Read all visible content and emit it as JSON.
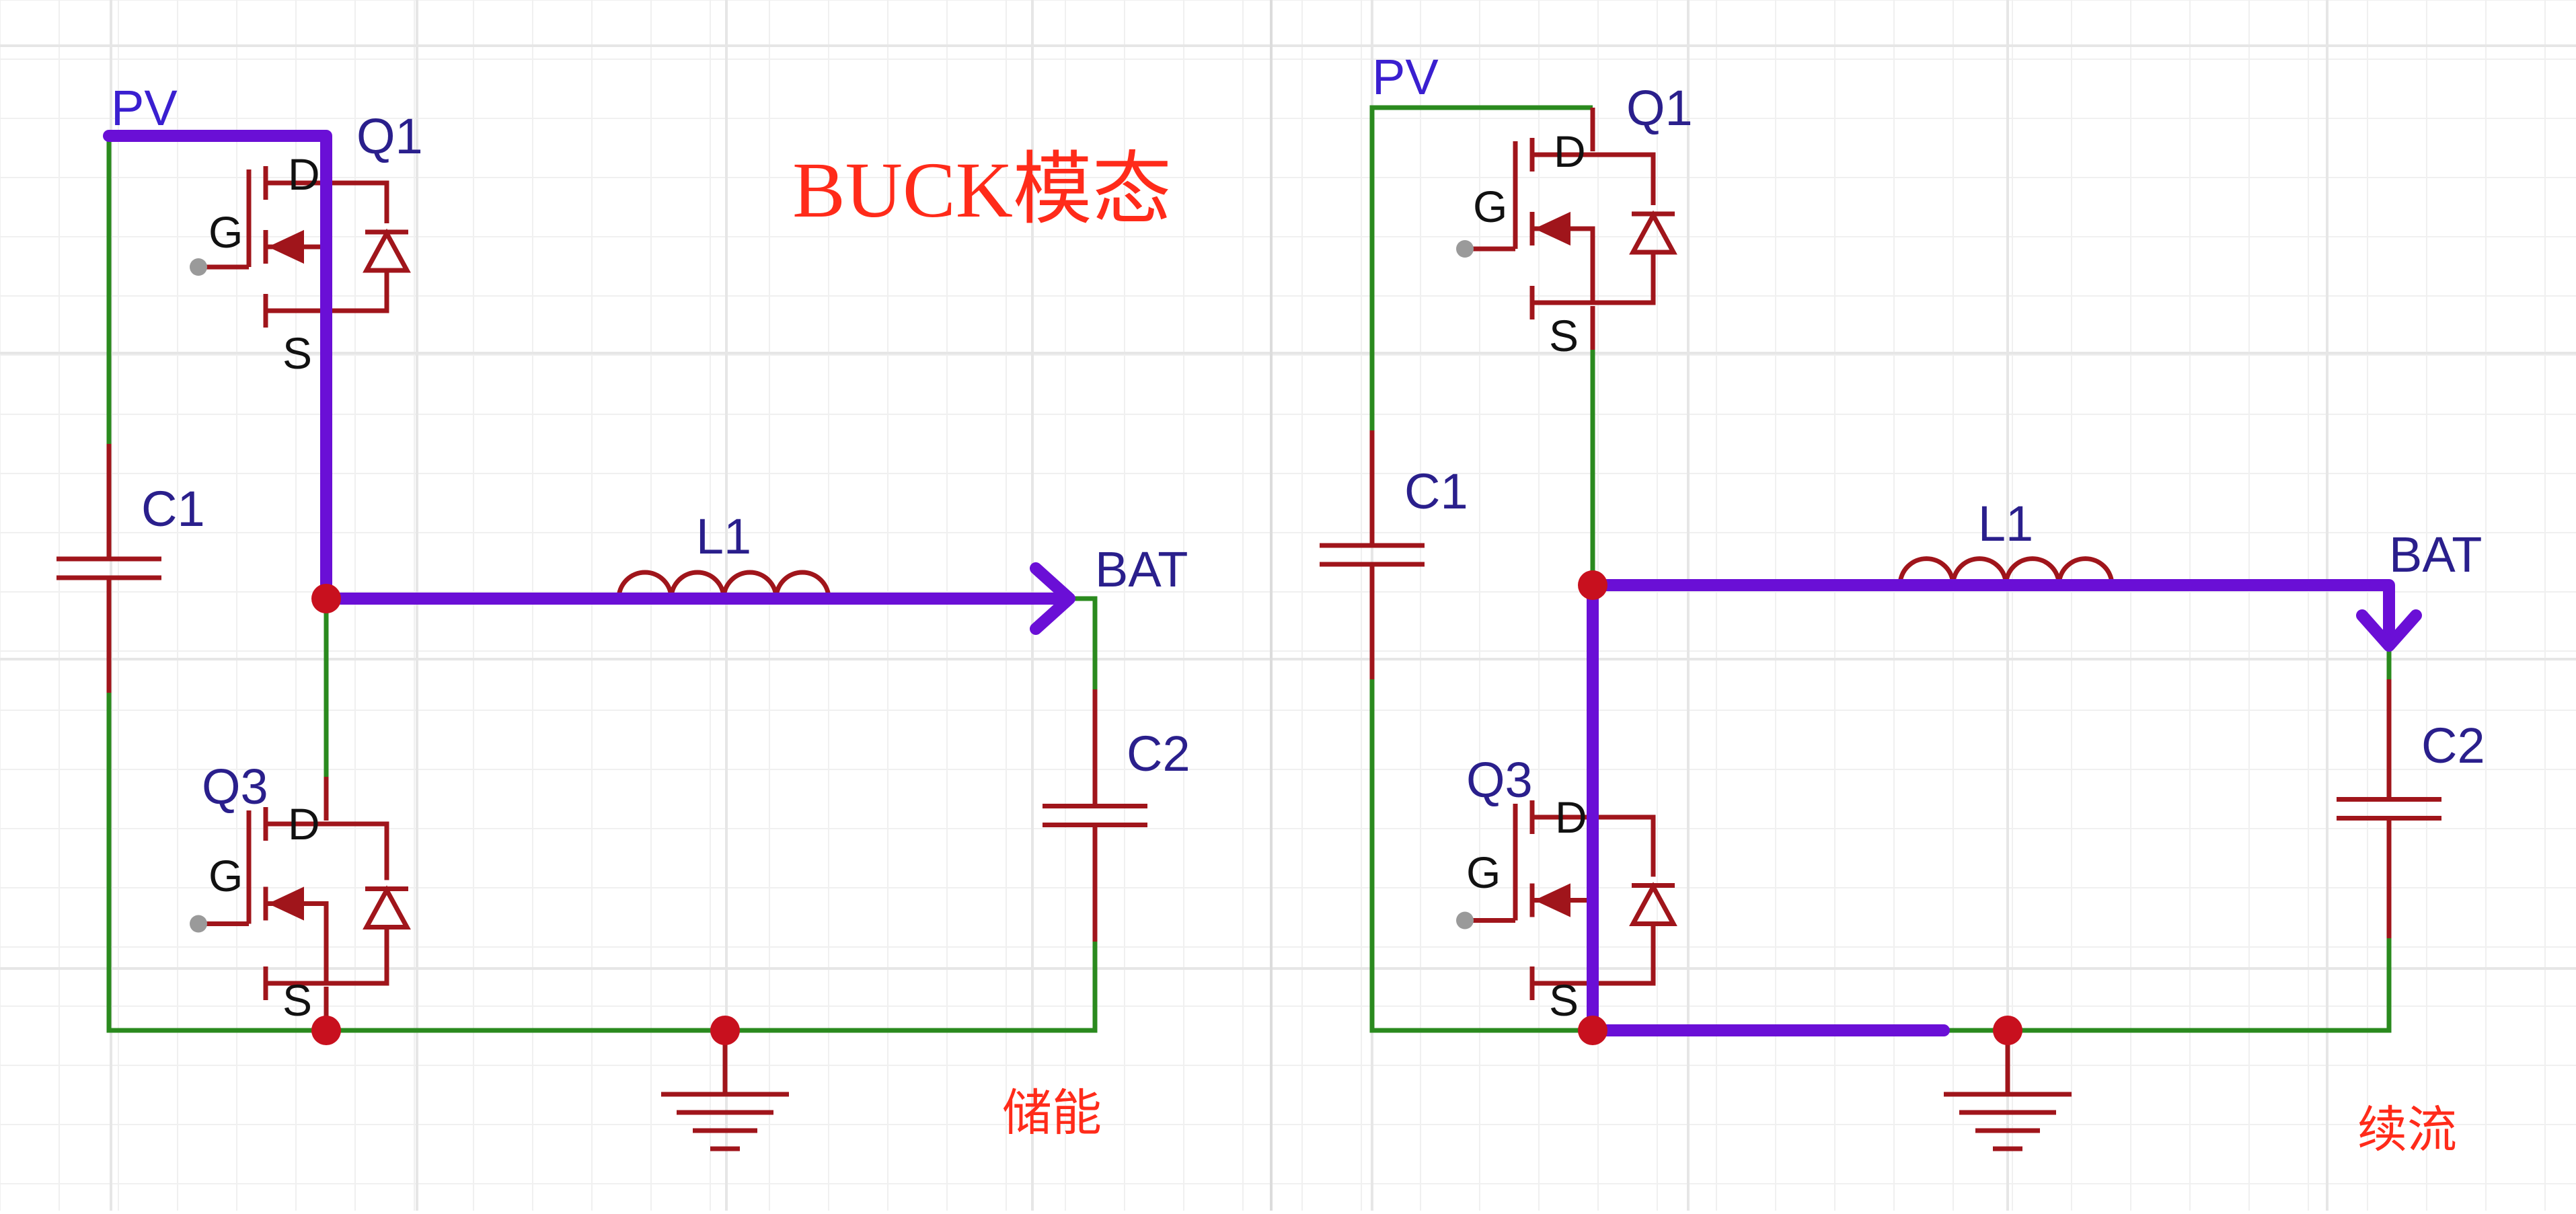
{
  "title": "BUCK模态",
  "colors": {
    "wire": "#2a8a1e",
    "component": "#a0151b",
    "junction": "#c8101e",
    "current_path": "#6a0fd6",
    "label": "#2a1f8c",
    "pin_label": "#111111",
    "mode_label": "#ff2b1a",
    "title": "#ff2b1a",
    "grid": "#e6e6e6",
    "gate_terminal": "#9a9a9a"
  },
  "panels": [
    {
      "mode_label": "储能",
      "labels": {
        "pv": "PV",
        "q1": "Q1",
        "q3": "Q3",
        "c1": "C1",
        "c2": "C2",
        "l1": "L1",
        "bat": "BAT",
        "q1_d": "D",
        "q1_g": "G",
        "q1_s": "S",
        "q3_d": "D",
        "q3_g": "G",
        "q3_s": "S"
      }
    },
    {
      "mode_label": "续流",
      "labels": {
        "pv": "PV",
        "q1": "Q1",
        "q3": "Q3",
        "c1": "C1",
        "c2": "C2",
        "l1": "L1",
        "bat": "BAT",
        "q1_d": "D",
        "q1_g": "G",
        "q1_s": "S",
        "q3_d": "D",
        "q3_g": "G",
        "q3_s": "S"
      }
    }
  ]
}
